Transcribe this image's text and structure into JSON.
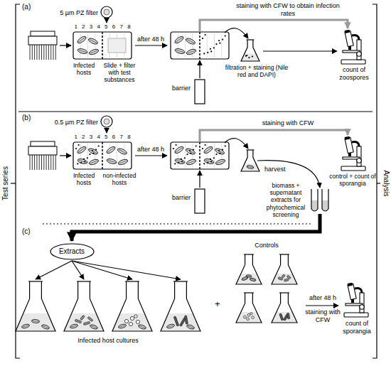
{
  "diagram": {
    "nodes": [
      {
        "text": [
          "Extracts"
        ]
      }
    ],
    "labels": [
      "(a)",
      "5 µm PZ filter",
      "staining with CFW to obtain infection rates",
      "1 2 3 4 5 6 7 8",
      "after 48 h",
      "Infected hosts",
      "Slide + filter with test substances",
      "barrier",
      "filtration + staining (Nile red and DAPI)",
      "count of zoospores",
      "(b)",
      "0.5 µm PZ filter",
      "staining with CFW",
      "1 2 3 4 5 6 7 8",
      "after 48 h",
      "Infected hosts",
      "non-infected hosts",
      "harvest",
      "control + count of sporangia",
      "barrier",
      "biomass + supernatant extracts for phytochemical screening",
      "(c)",
      "Controls",
      "+",
      "Infected host cultures",
      "after 48 h",
      "staining with CFW",
      "count of sporangia",
      "Test series",
      "Analysis"
    ]
  }
}
